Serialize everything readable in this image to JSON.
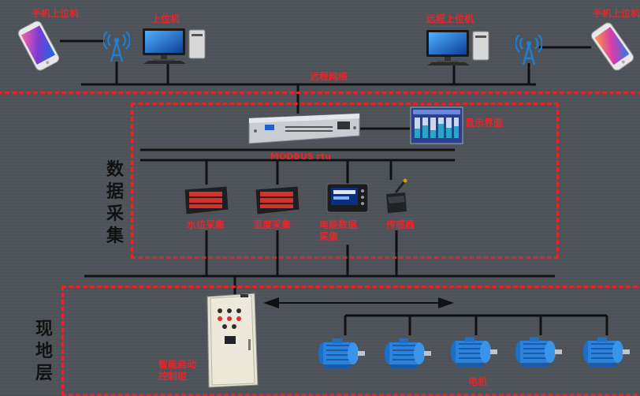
{
  "colors": {
    "zone_border": "#e0262b",
    "label_red": "#e8262b",
    "line": "#111111",
    "background": "#4d5359"
  },
  "labels": {
    "mobile_left": "手机上位机",
    "host_pc": "上位机",
    "remote_host_pc": "远程上位机",
    "mobile_right": "手机上位机",
    "remote_network": "远程网络",
    "display_screen": "显示界面",
    "modbus": "MODBUS rtu",
    "water_level": "水位采集",
    "temperature": "温度采集",
    "energy_1": "电能数据",
    "energy_2": "采集",
    "sensor": "传感器",
    "soft_start_1": "智能启动",
    "soft_start_2": "控制柜",
    "motors": "电机"
  },
  "side_labels": {
    "data_acq": [
      "数",
      "据",
      "采",
      "集"
    ],
    "field": [
      "现",
      "地",
      "层"
    ]
  },
  "icons": {
    "phone": "smartphone-icon",
    "antenna": "wireless-antenna-icon",
    "pc": "desktop-computer-icon",
    "server": "rack-server-icon",
    "display": "scada-display-icon",
    "meter": "digital-panel-meter-icon",
    "energy_meter": "energy-meter-icon",
    "sensor": "sensor-icon",
    "cabinet": "control-cabinet-icon",
    "motor": "electric-motor-icon"
  }
}
